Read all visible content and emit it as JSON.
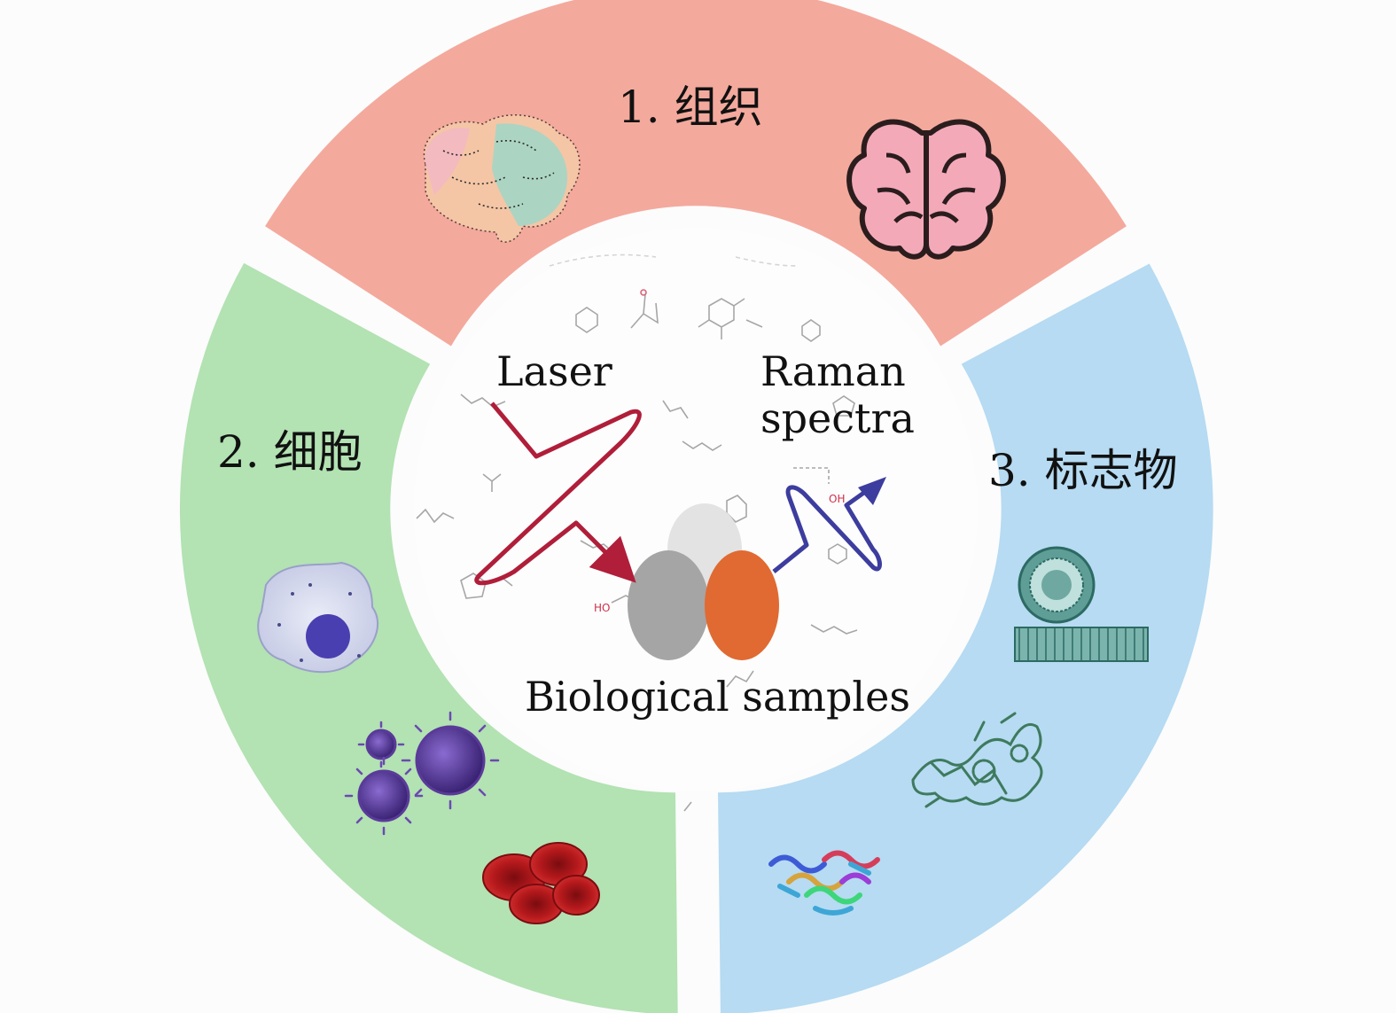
{
  "segments": {
    "top": {
      "label": "1. 组织",
      "color": "#f4a99d"
    },
    "left": {
      "label": "2. 细胞",
      "color": "#b3e2b3"
    },
    "right": {
      "label": "3. 标志物",
      "color": "#b6dbf2"
    }
  },
  "center": {
    "laser_label": "Laser",
    "raman_label_line1": "Raman",
    "raman_label_line2": "spectra",
    "samples_label": "Biological samples",
    "laser_color": "#b01e3a",
    "raman_color": "#3c3d9e",
    "sample_colors": [
      "#a5a5a5",
      "#e3e3e3",
      "#e06a32"
    ]
  },
  "icons": [
    "brain-dotted-icon",
    "brain-outline-icon",
    "cell-icon",
    "virus-icon",
    "red-blood-cell-icon",
    "liposome-icon",
    "protein-structure-icon",
    "protein-ribbon-icon"
  ]
}
